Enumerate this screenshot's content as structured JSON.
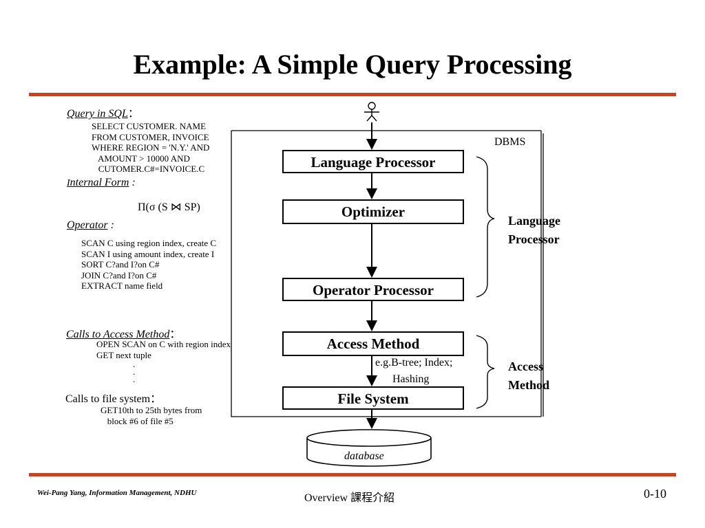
{
  "slide": {
    "title": "Example: A Simple Query Processing",
    "accent_color": "#d0401b"
  },
  "left": {
    "query_label": "Query in SQL",
    "query_colon": "：",
    "sql": "SELECT CUSTOMER. NAME\nFROM CUSTOMER, INVOICE\nWHERE REGION = 'N.Y.' AND\n   AMOUNT > 10000 AND\n   CUTOMER.C#=INVOICE.C",
    "internal_form_initial": "I",
    "internal_form_rest": "nternal Form",
    "internal_form_colon": " :",
    "formula": "Π(σ (S ⋈ SP)",
    "operator_label": "Operator",
    "operator_colon": " :",
    "operators": "SCAN C using region index, create C\nSCAN I using amount index, create I\nSORT C?and I?on C#\nJOIN C?and I?on C#\nEXTRACT name field",
    "calls_access_label": "Calls to Access Method",
    "calls_access_colon": "：",
    "calls_access": "OPEN SCAN on C with region index\nGET next tuple",
    "dot1": ".",
    "dot2": ".",
    "dot3": ".",
    "calls_file_label": "Calls to file system",
    "calls_file_colon": "：",
    "calls_file": "GET10th to 25th bytes from\n   block #6 of file #5"
  },
  "diagram": {
    "user_icon": "user-icon",
    "dbms_label": "DBMS",
    "language_processor": "Language Processor",
    "optimizer": "Optimizer",
    "operator_processor": "Operator Processor",
    "access_method": "Access  Method",
    "access_note_1": "e.g.B-tree; Index;",
    "access_note_2": "Hashing",
    "file_system": "File  System",
    "database": "database",
    "group1_line1": "Language",
    "group1_line2": "Processor",
    "group2_line1": "Access",
    "group2_line2": "Method"
  },
  "footer": {
    "author": "Wei-Pang Yang, Information Management, NDHU",
    "center": "Overview 課程介紹",
    "page": "0-10"
  }
}
